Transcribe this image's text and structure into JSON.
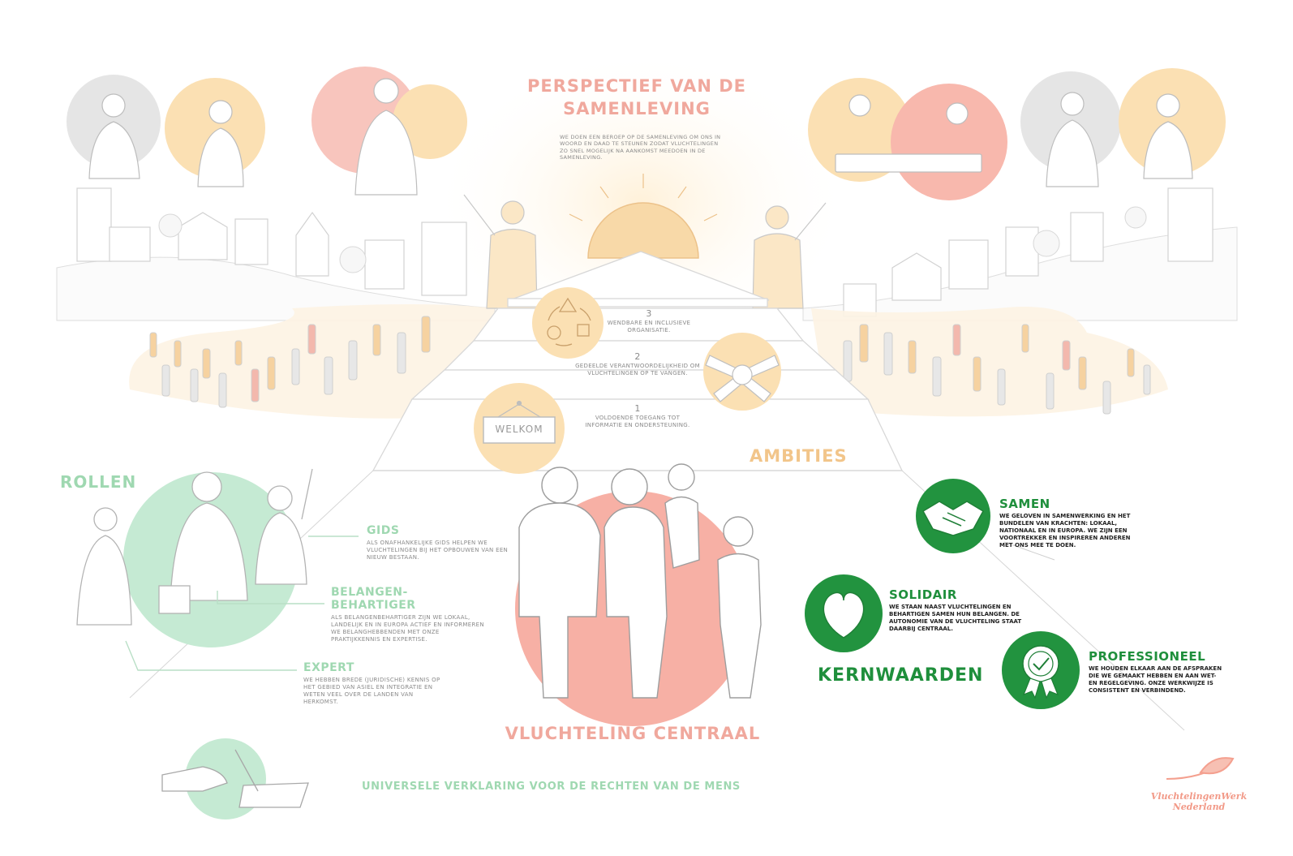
{
  "colors": {
    "coral": "#f0a89d",
    "orange": "#f2c58a",
    "light_green": "#9fd8b1",
    "dark_green": "#1f8f3c",
    "grey": "#dcdcdc"
  },
  "society": {
    "title_line1": "PERSPECTIEF VAN DE",
    "title_line2": "SAMENLEVING",
    "body": "WE DOEN EEN BEROEP OP DE SAMENLEVING OM ONS IN WOORD EN DAAD TE STEUNEN ZODAT VLUCHTELINGEN ZO SNEL MOGELIJK NA AANKOMST MEEDOEN IN DE SAMENLEVING."
  },
  "ambitions": {
    "title": "AMBITIES",
    "steps": [
      {
        "number": "3",
        "text": "WENDBARE EN INCLUSIEVE ORGANISATIE."
      },
      {
        "number": "2",
        "text": "GEDEELDE VERANTWOORDELIJKHEID OM VLUCHTELINGEN OP TE VANGEN."
      },
      {
        "number": "1",
        "text": "VOLDOENDE TOEGANG TOT INFORMATIE EN ONDERSTEUNING."
      }
    ],
    "welcome_sign": "WELKOM"
  },
  "roles": {
    "title": "ROLLEN",
    "items": [
      {
        "title": "GIDS",
        "text": "ALS ONAFHANKELIJKE GIDS HELPEN WE VLUCHTELINGEN BIJ HET OPBOUWEN VAN EEN NIEUW BESTAAN."
      },
      {
        "title_line1": "BELANGEN-",
        "title_line2": "BEHARTIGER",
        "text": "ALS BELANGENBEHARTIGER ZIJN WE LOKAAL, LANDELIJK EN IN EUROPA ACTIEF EN INFORMEREN WE BELANGHEBBENDEN MET ONZE PRAKTIJKKENNIS EN EXPERTISE."
      },
      {
        "title": "EXPERT",
        "text": "WE HEBBEN BREDE (JURIDISCHE) KENNIS OP HET GEBIED VAN ASIEL EN INTEGRATIE EN WETEN VEEL OVER DE LANDEN VAN HERKOMST."
      }
    ]
  },
  "center": {
    "title": "VLUCHTELING CENTRAAL"
  },
  "values": {
    "title": "KERNWAARDEN",
    "items": [
      {
        "title": "SAMEN",
        "icon": "handshake-icon",
        "text": "WE GELOVEN IN SAMENWERKING EN HET BUNDELEN VAN KRACHTEN: LOKAAL, NATIONAAL EN IN EUROPA. WE ZIJN EEN VOORTREKKER EN INSPIREREN ANDEREN MET ONS MEE TE DOEN."
      },
      {
        "title": "SOLIDAIR",
        "icon": "heart-icon",
        "text": "WE STAAN NAAST VLUCHTELINGEN EN BEHARTIGEN SAMEN HUN BELANGEN. DE AUTONOMIE VAN DE VLUCHTELING STAAT DAARBIJ CENTRAAL."
      },
      {
        "title": "PROFESSIONEEL",
        "icon": "rosette-check-icon",
        "text": "WE HOUDEN ELKAAR AAN DE AFSPRAKEN DIE WE GEMAAKT HEBBEN EN AAN WET- EN REGELGEVING. ONZE WERKWIJZE IS CONSISTENT EN VERBINDEND."
      }
    ]
  },
  "foundation": {
    "text": "UNIVERSELE VERKLARING VOOR DE RECHTEN VAN DE MENS"
  },
  "logo": {
    "line1": "VluchtelingenWerk",
    "line2": "Nederland"
  }
}
